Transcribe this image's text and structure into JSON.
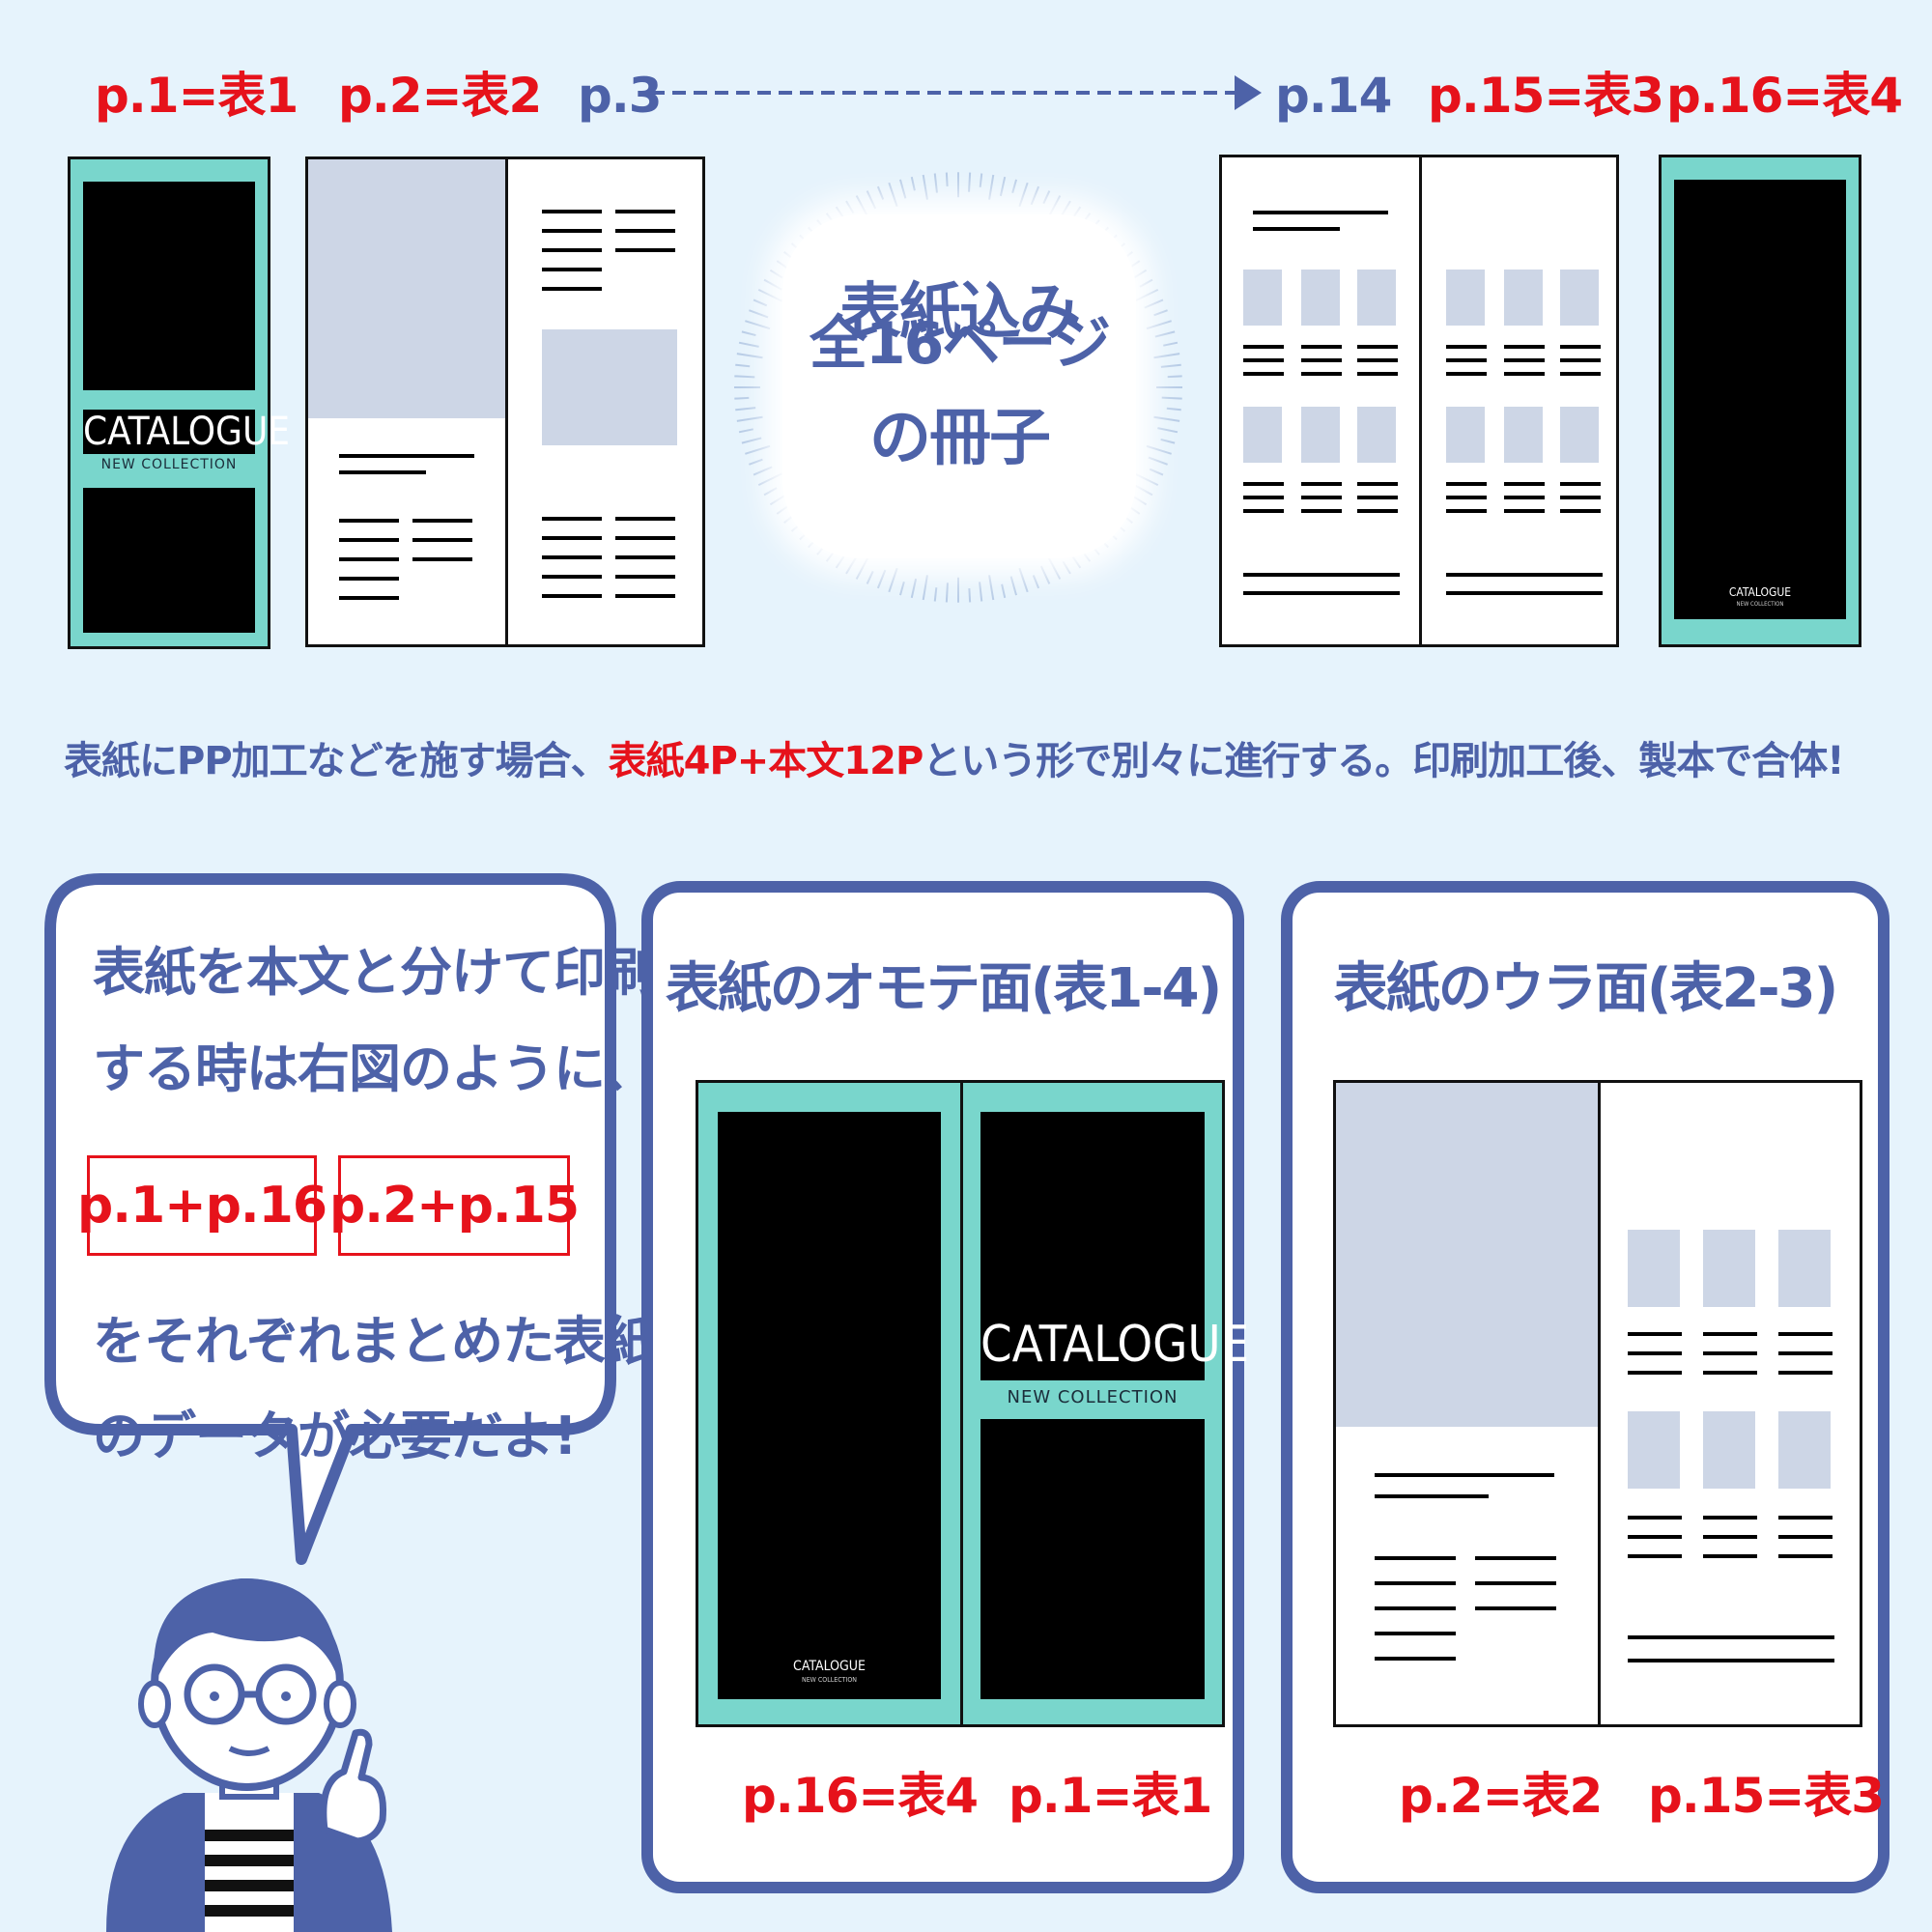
{
  "top_labels": {
    "p1": "p.1=表1",
    "p2": "p.2=表2",
    "p3": "p.3",
    "p14": "p.14",
    "p15": "p.15=表3",
    "p16": "p.16=表4"
  },
  "cover_brand": {
    "title": "CATALOGUE",
    "subtitle": "NEW COLLECTION"
  },
  "center_badge": {
    "line1": "表紙込み",
    "line2": "全16ページ",
    "line3": "の冊子"
  },
  "description": {
    "part1": "表紙にPP加工などを施す場合、",
    "part2": "表紙4P+本文12P",
    "part3": "という形で別々に進行する。印刷加工後、製本で合体!"
  },
  "speech": {
    "line1": "表紙を本文と分けて印刷",
    "line2": "する時は右図のように、",
    "box1": "p.1+p.16",
    "box2": "p.2+p.15",
    "line3": "をそれぞれまとめた表紙",
    "line4": "のデータが必要だよ!"
  },
  "front_panel": {
    "title": "表紙のオモテ面(表1-4)",
    "label_left": "p.16=表4",
    "label_right": "p.1=表1"
  },
  "back_panel": {
    "title": "表紙のウラ面(表2-3)",
    "label_left": "p.2=表2",
    "label_right": "p.15=表3"
  },
  "colors": {
    "accent_red": "#e6121b",
    "accent_blue": "#4d62a8",
    "cover_teal": "#79d6cc",
    "placeholder": "#cdd6e6",
    "background": "#e6f3fc"
  }
}
